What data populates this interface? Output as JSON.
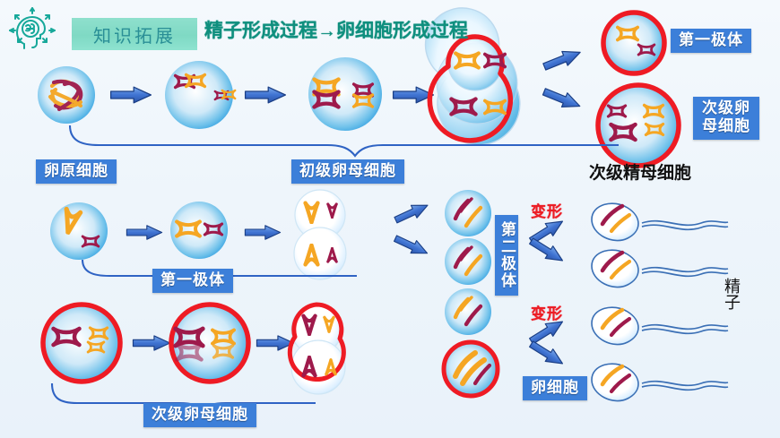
{
  "header": {
    "brain_icon": "brain-idea-icon",
    "badge_text": "知识拓展",
    "title": "精子形成过程→卵细胞形成过程",
    "badge_color": "#7fd9c4",
    "title_color": "#0f8f7e"
  },
  "colors": {
    "label_blue": "#3c7fd9",
    "arrow_blue": "#2f63c4",
    "red_outline": "#ee1b24",
    "red_text": "#ec1c24",
    "cell_blue": "#2e9ce0",
    "chrom_orange": "#f5a623",
    "chrom_magenta": "#9e1a4b",
    "background": "#eef5fb",
    "black_text": "#111111"
  },
  "labels": {
    "first_polar_body_top": "第一极体",
    "secondary_oocyte_top": "次级卵\n母细胞",
    "secondary_oocyte_top_line1": "次级卵",
    "secondary_oocyte_top_line2": "母细胞",
    "secondary_spermatocyte": "次级精母细胞",
    "oogonium": "卵原细胞",
    "primary_oocyte": "初级卵母细胞",
    "first_polar_body_mid": "第一极体",
    "secondary_oocyte_bottom": "次级卵母细胞",
    "second_polar_body": "第二极体",
    "transform_top": "变形",
    "transform_bottom": "变形",
    "egg_cell": "卵细胞",
    "sperm": "精子"
  },
  "diagram": {
    "row1_name": "spermatogenesis-row",
    "row2_name": "oogenesis-row-upper",
    "row3_name": "oogenesis-row-lower",
    "cells": [
      {
        "name": "spermatogonium-chromatin-cell",
        "stage": "chromatin"
      },
      {
        "name": "primary-spermatocyte-cell",
        "stage": "condensed"
      },
      {
        "name": "primary-spermatocyte-metaphase-cell",
        "stage": "metaphase"
      },
      {
        "name": "dividing-spermatocyte-cell",
        "stage": "dividing-outlined"
      },
      {
        "name": "first-polar-body-cell",
        "stage": "polar-body"
      },
      {
        "name": "secondary-oocyte-cell",
        "stage": "secondary"
      },
      {
        "name": "oogonium-cell",
        "stage": "chromosomes"
      },
      {
        "name": "oogonium-condensed-cell",
        "stage": "condensed"
      },
      {
        "name": "primary-oocyte-dividing-cell",
        "stage": "dividing"
      },
      {
        "name": "secondary-oocyte-outlined-cell",
        "stage": "outlined"
      },
      {
        "name": "secondary-oocyte-metaphase-cell",
        "stage": "outlined-metaphase"
      },
      {
        "name": "secondary-oocyte-dividing-cell",
        "stage": "dividing-outlined"
      },
      {
        "name": "spermatid-cell-1",
        "stage": "spermatid"
      },
      {
        "name": "spermatid-cell-2",
        "stage": "spermatid"
      },
      {
        "name": "spermatid-cell-3",
        "stage": "spermatid"
      },
      {
        "name": "ootid-cell",
        "stage": "ootid-outlined"
      },
      {
        "name": "sperm-1",
        "stage": "sperm"
      },
      {
        "name": "sperm-2",
        "stage": "sperm"
      },
      {
        "name": "sperm-3",
        "stage": "sperm"
      },
      {
        "name": "sperm-4",
        "stage": "sperm"
      }
    ]
  }
}
